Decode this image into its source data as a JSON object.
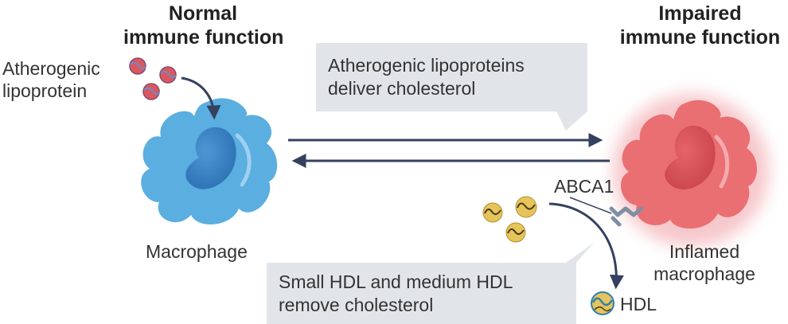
{
  "headings": {
    "normal": [
      "Normal",
      "immune function"
    ],
    "impaired": [
      "Impaired",
      "immune function"
    ]
  },
  "labels": {
    "atherogenic_lipoprotein": [
      "Atherogenic",
      "lipoprotein"
    ],
    "macrophage": "Macrophage",
    "inflamed_macrophage": [
      "Inflamed",
      "macrophage"
    ],
    "abca1": "ABCA1",
    "hdl": "HDL"
  },
  "callouts": {
    "top": [
      "Atherogenic lipoproteins",
      "deliver cholesterol"
    ],
    "bottom": [
      "Small HDL and medium HDL",
      "remove cholesterol"
    ]
  },
  "colors": {
    "normal_cell": "#5aaee0",
    "inflamed_cell": "#ea6f73",
    "lipoprotein": "#d9585f",
    "hdl": "#e5c45a",
    "arrow": "#34415e",
    "callout_bg": "#e1e5ea",
    "receptor": "#7f8ea3"
  }
}
